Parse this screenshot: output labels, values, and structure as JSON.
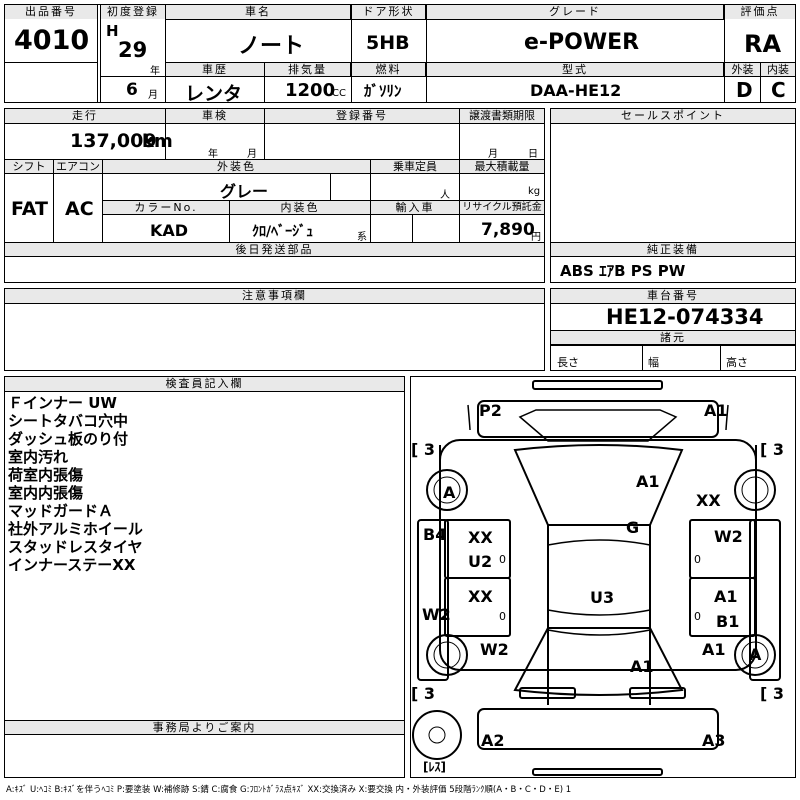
{
  "header": {
    "lot_label": "出品番号",
    "lot": "4010",
    "reg_label": "初度登録",
    "era": "H",
    "year": "29",
    "year_unit": "年",
    "month": "6",
    "month_unit": "月",
    "name_label": "車名",
    "name": "ノート",
    "door_label": "ドア形状",
    "door": "5HB",
    "grade_label": "グレード",
    "grade": "e-POWER",
    "score_label": "評価点",
    "score": "RA",
    "history_label": "車歴",
    "history": "レンタ",
    "disp_label": "排気量",
    "disp": "1200",
    "disp_unit": "CC",
    "fuel_label": "燃料",
    "fuel": "ｶﾞｿﾘﾝ",
    "model_label": "型式",
    "model": "DAA-HE12",
    "ext_label": "外装",
    "ext": "D",
    "int_label": "内装",
    "int": "C"
  },
  "mid": {
    "mileage_label": "走行",
    "mileage": "137,009",
    "mileage_unit": "km",
    "inspection_label": "車検",
    "insp_year": "年",
    "insp_month": "月",
    "regno_label": "登録番号",
    "transfer_label": "譲渡書類期限",
    "tr_month": "月",
    "tr_day": "日",
    "shift_label": "シフト",
    "shift": "FAT",
    "ac_label": "エアコン",
    "ac": "AC",
    "color_label": "外装色",
    "color": "グレー",
    "cap_label": "乗車定員",
    "cap_unit": "人",
    "load_label": "最大積載量",
    "load_unit": "kg",
    "colorno_label": "カラーNo.",
    "colorno": "KAD",
    "intcolor_label": "内装色",
    "intcolor": "ｸﾛ/ﾍﾞｰｼﾞｭ",
    "intcolor_unit": "系",
    "import_label": "輸入車",
    "recycle_label": "リサイクル預託金",
    "recycle": "7,890",
    "recycle_unit": "円",
    "later_label": "後日発送部品"
  },
  "right": {
    "sales_label": "セールスポイント",
    "equip_label": "純正装備",
    "equip": "ABS ｴｱB PS PW",
    "frame_label": "車台番号",
    "frame": "HE12-074334",
    "spec_label": "諸元",
    "len": "長さ",
    "width": "幅",
    "height": "高さ"
  },
  "notes_label": "注意事項欄",
  "inspector": {
    "label": "検査員記入欄",
    "lines": [
      "Ｆインナー UW",
      "シートタバコ穴中",
      "ダッシュ板のり付",
      "室内汚れ",
      "荷室内張傷",
      "室内内張傷",
      "マッドガードＡ",
      "社外アルミホイール",
      "スタッドレスタイヤ",
      "インナーステーXX"
    ]
  },
  "office_label": "事務局よりご案内",
  "diagram": {
    "marks": [
      "P2",
      "A1",
      "A1",
      "XX",
      "A",
      "B4",
      "XX",
      "U2",
      "G",
      "W2",
      "XX",
      "U3",
      "A1",
      "B1",
      "W2",
      "W2",
      "A1",
      "A1",
      "A",
      "A2",
      "A3"
    ],
    "tire": [
      "[ 3",
      "[ 3",
      "[ 3",
      "[ 3"
    ],
    "zeros": [
      "0",
      "0",
      "0",
      "0"
    ],
    "spare": "[ﾚｽ]"
  },
  "legend": "A:ｷｽﾞ U:ﾍｺﾐ B:ｷｽﾞを伴うﾍｺﾐ P:要塗装 W:補修跡 S:錆 C:腐食 G:ﾌﾛﾝﾄｶﾞﾗｽ点ｷｽﾞ XX:交換済み X:要交換 内・外装評価 5段階ﾗﾝｸ順(A・B・C・D・E) 1"
}
